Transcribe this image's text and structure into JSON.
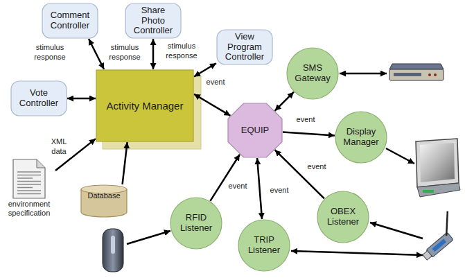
{
  "diagram": {
    "nodes": [
      {
        "text": [
          "Comment Controller"
        ]
      },
      {
        "text": [
          "Share Photo Controller"
        ]
      },
      {
        "text": [
          "View Program Controller"
        ]
      },
      {
        "text": [
          "Vote Controller"
        ]
      },
      {
        "text": [
          "Activity Manager"
        ]
      },
      {
        "text": [
          "environment specification"
        ]
      },
      {
        "text": [
          "Database"
        ]
      },
      {
        "text": [
          "SMS Gateway"
        ]
      },
      {
        "text": [
          "EQUIP"
        ]
      },
      {
        "text": [
          "Display Manager"
        ]
      },
      {
        "text": [
          "RFID Listener"
        ]
      },
      {
        "text": [
          "TRIP Listener"
        ]
      },
      {
        "text": [
          "OBEX Listener"
        ]
      }
    ],
    "edges": [
      {
        "from": 0,
        "to": 4,
        "label": "stimulus response",
        "arrow": "both"
      },
      {
        "from": 1,
        "to": 4,
        "label": "stimulus response",
        "arrow": "both"
      },
      {
        "from": 2,
        "to": 4,
        "label": "stimulus response",
        "arrow": "both"
      },
      {
        "from": 3,
        "to": 4,
        "arrow": "both"
      },
      {
        "from": 5,
        "to": 4,
        "label": "XML data",
        "arrow": "to"
      },
      {
        "from": 6,
        "to": 4,
        "arrow": "to"
      },
      {
        "from": 4,
        "to": 8,
        "label": "event",
        "arrow": "both"
      },
      {
        "from": 7,
        "to": 8,
        "arrow": "both"
      },
      {
        "from": 8,
        "to": 9,
        "label": "event",
        "arrow": "to"
      },
      {
        "from": 10,
        "to": 8,
        "label": "event",
        "arrow": "to"
      },
      {
        "from": 11,
        "to": 8,
        "label": "event",
        "arrow": "both"
      },
      {
        "from": 12,
        "to": 8,
        "label": "event",
        "arrow": "to"
      }
    ]
  }
}
